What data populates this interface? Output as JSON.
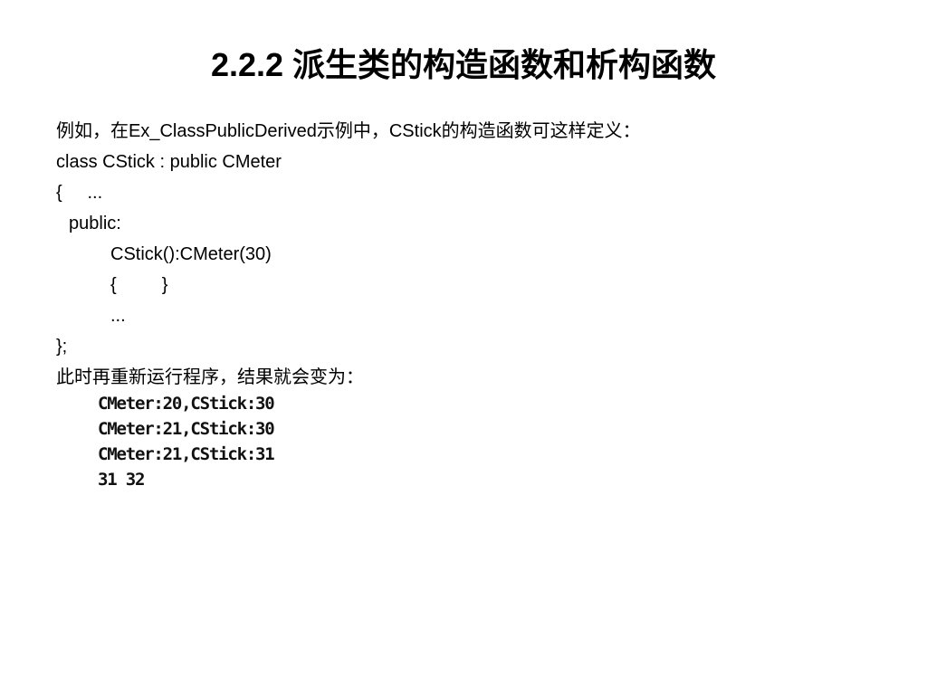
{
  "slide": {
    "title": "2.2.2 派生类的构造函数和析构函数",
    "intro": "例如，在Ex_ClassPublicDerived示例中，CStick的构造函数可这样定义：",
    "code": [
      "class CStick : public CMeter",
      "{     ...",
      "public:",
      "CStick():CMeter(30)",
      "{         }",
      "...",
      "};"
    ],
    "result_text": "此时再重新运行程序，结果就会变为：",
    "console_output": [
      "CMeter:20,CStick:30",
      "CMeter:21,CStick:30",
      "CMeter:21,CStick:31",
      "31 32"
    ]
  }
}
